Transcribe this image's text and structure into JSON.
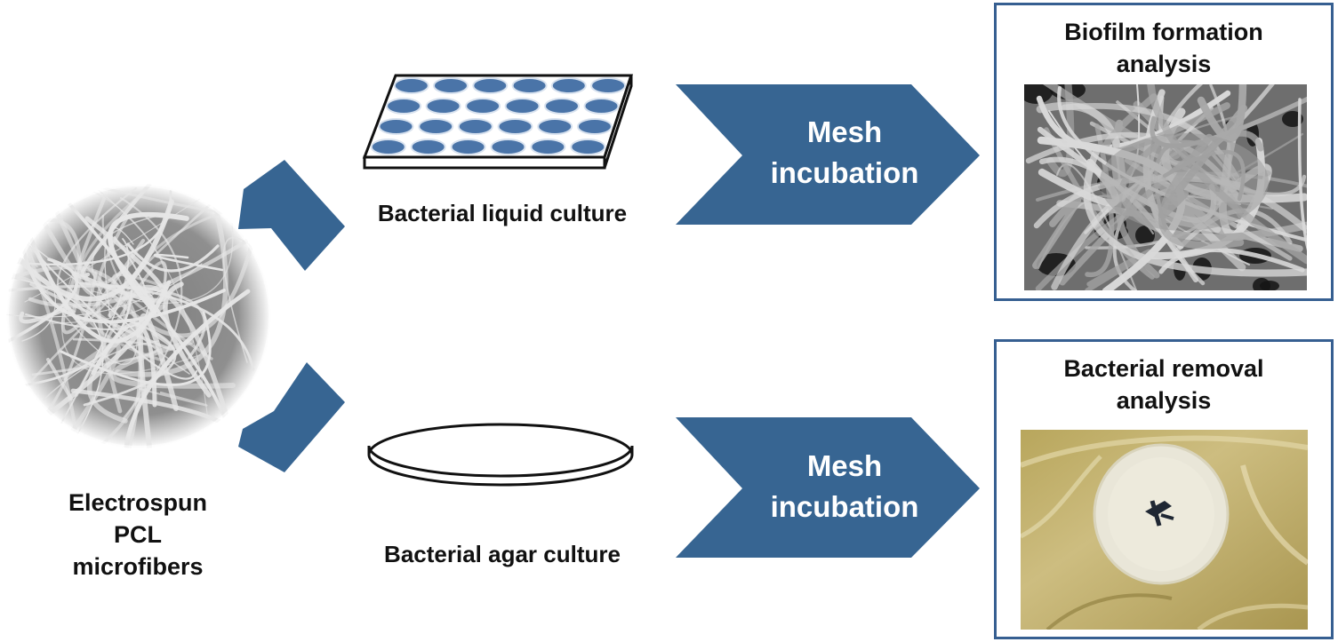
{
  "colors": {
    "arrow_blue": "#376592",
    "panel_border": "#365f91",
    "well_fill": "#4a74a8",
    "agar_tint": "#c9b877"
  },
  "source": {
    "label_line1": "Electrospun",
    "label_line2": "PCL",
    "label_line3": "microfibers",
    "image_icon": "sem-fiber-mesh-image"
  },
  "top_path": {
    "culture_label": "Bacterial liquid culture",
    "culture_icon": "well-plate-icon",
    "step_line1": "Mesh",
    "step_line2": "incubation",
    "result_title_line1": "Biofilm formation",
    "result_title_line2": "analysis",
    "result_image": "biofilm-sem-image"
  },
  "bottom_path": {
    "culture_label": "Bacterial agar culture",
    "culture_icon": "petri-dish-icon",
    "step_line1": "Mesh",
    "step_line2": "incubation",
    "result_title_line1": "Bacterial removal",
    "result_title_line2": "analysis",
    "result_image": "agar-plate-photo"
  }
}
